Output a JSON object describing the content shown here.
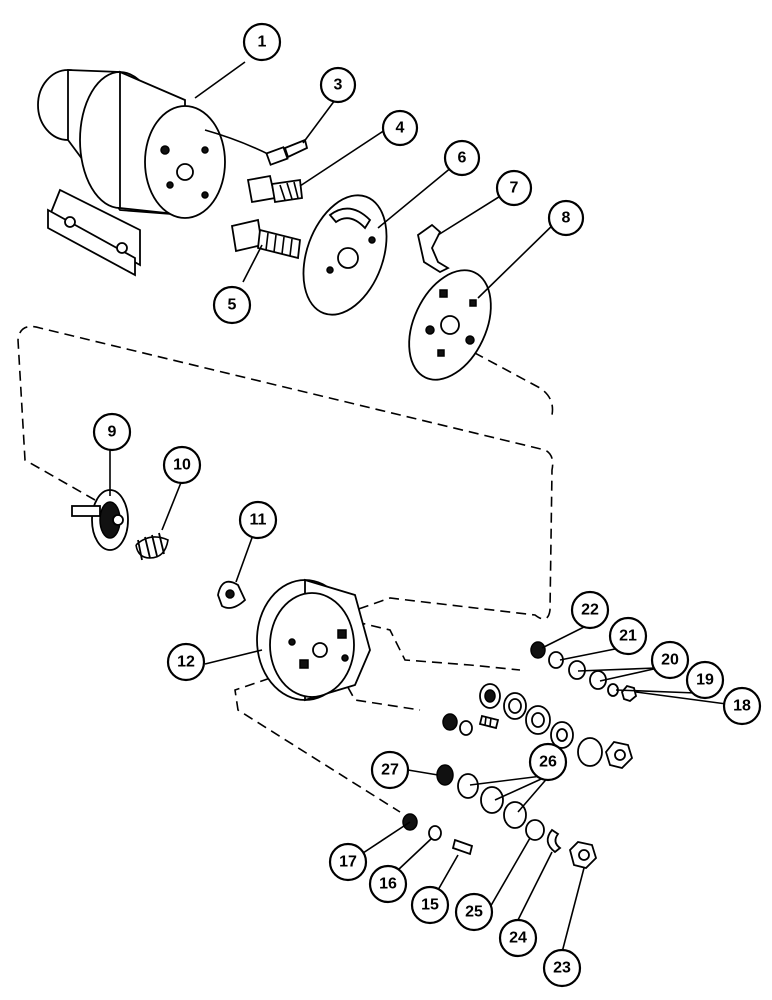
{
  "diagram": {
    "colors": {
      "ink": "#000000",
      "paper": "#ffffff"
    },
    "callouts": [
      {
        "id": "1",
        "label": "1"
      },
      {
        "id": "3",
        "label": "3"
      },
      {
        "id": "4",
        "label": "4"
      },
      {
        "id": "5",
        "label": "5"
      },
      {
        "id": "6",
        "label": "6"
      },
      {
        "id": "7",
        "label": "7"
      },
      {
        "id": "8",
        "label": "8"
      },
      {
        "id": "9",
        "label": "9"
      },
      {
        "id": "10",
        "label": "10"
      },
      {
        "id": "11",
        "label": "11"
      },
      {
        "id": "12",
        "label": "12"
      },
      {
        "id": "15",
        "label": "15"
      },
      {
        "id": "16",
        "label": "16"
      },
      {
        "id": "17",
        "label": "17"
      },
      {
        "id": "18",
        "label": "18"
      },
      {
        "id": "19",
        "label": "19"
      },
      {
        "id": "20",
        "label": "20"
      },
      {
        "id": "21",
        "label": "21"
      },
      {
        "id": "22",
        "label": "22"
      },
      {
        "id": "23",
        "label": "23"
      },
      {
        "id": "24",
        "label": "24"
      },
      {
        "id": "25",
        "label": "25"
      },
      {
        "id": "26",
        "label": "26"
      },
      {
        "id": "27",
        "label": "27"
      }
    ]
  }
}
